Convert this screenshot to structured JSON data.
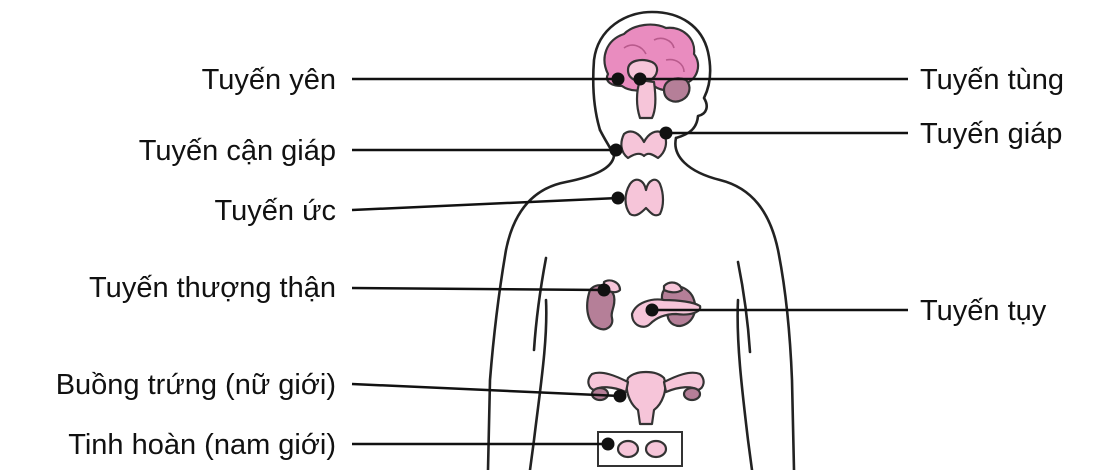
{
  "labels": {
    "pituitary": "Tuyến yên",
    "pineal": "Tuyến tùng",
    "parathyroid": "Tuyến cận giáp",
    "thyroid": "Tuyến giáp",
    "thymus": "Tuyến ức",
    "adrenal": "Tuyến thượng thận",
    "pancreas": "Tuyến tụy",
    "ovaries": "Buồng trứng (nữ giới)",
    "testes": "Tinh hoàn (nam giới)"
  },
  "colors": {
    "brain": "#e98cbf",
    "light_pink": "#f6c5d9",
    "dark_mauve": "#b57f98",
    "outline": "#222222"
  }
}
